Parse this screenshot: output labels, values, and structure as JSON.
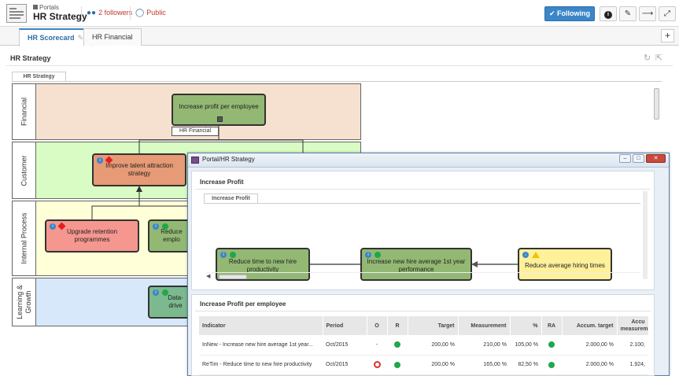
{
  "header": {
    "breadcrumb": "Portals",
    "title": "HR Strategy",
    "followers": "2 followers",
    "visibility": "Public",
    "following_button": "Following",
    "accent_color": "#3b86c8"
  },
  "tabs": [
    {
      "label": "HR Scorecard",
      "active": true
    },
    {
      "label": "HR Financial",
      "active": false
    }
  ],
  "section": {
    "title": "HR Strategy",
    "map_tab": "HR Strategy"
  },
  "lanes": [
    {
      "label": "Financial",
      "color": "#f6e1d0"
    },
    {
      "label": "Customer",
      "color": "#d9fbc4"
    },
    {
      "label": "Internal Process",
      "color": "#ffffd8"
    },
    {
      "label": "Learning & Growth",
      "color": "#d7e8fb"
    }
  ],
  "objectives": {
    "increase_profit": "Increase profit per employee",
    "hr_financial_link": "HR Financial",
    "improve_talent": "Improve talent attraction strategy",
    "upgrade_retention": "Upgrade retention programmes",
    "reduce_emplo": "Reduce emplo",
    "data_drive": "Data-drive"
  },
  "popup": {
    "window_title": "Portal/HR Strategy",
    "panel_title": "Increase Profit",
    "map_tab": "Increase Profit",
    "nodes": {
      "reduce_time": "Reduce time to new hire productivity",
      "increase_avg": "Increase new hire average 1st year performance",
      "reduce_cost": "Reduce average hiring times"
    },
    "table_title": "Increase Profit per employee",
    "columns": [
      "Indicator",
      "Period",
      "O",
      "R",
      "Target",
      "Measurement",
      "%",
      "RA",
      "Accum. target",
      "Accu measurem"
    ],
    "rows": [
      {
        "indicator": "InNew - Increase new hire average 1st year...",
        "period": "Oct/2015",
        "o": "-",
        "target": "200,00 %",
        "measurement": "210,00 %",
        "pct": "105,00 %",
        "accum_target": "2.000,00 %",
        "accum_meas": "2.100,"
      },
      {
        "indicator": "ReTim - Reduce time to new hire productivity",
        "period": "Oct/2015",
        "o": "",
        "target": "200,00 %",
        "measurement": "165,00 %",
        "pct": "82,50 %",
        "accum_target": "2.000,00 %",
        "accum_meas": "1.924,"
      }
    ]
  }
}
